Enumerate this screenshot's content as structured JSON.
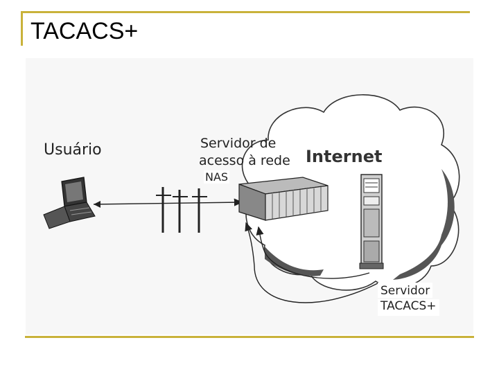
{
  "slide": {
    "title": "TACACS+"
  },
  "diagram": {
    "user_label": "Usuário",
    "nas_label_line1": "Servidor de",
    "nas_label_line2": "acesso à rede",
    "nas_abbrev": "NAS",
    "internet_label": "Internet",
    "server_label_line1": "Servidor",
    "server_label_line2": "TACACS+",
    "icons": [
      "laptop-icon",
      "telephone-pole-icon",
      "access-server-rack-icon",
      "tower-server-icon",
      "cloud-shape"
    ]
  }
}
